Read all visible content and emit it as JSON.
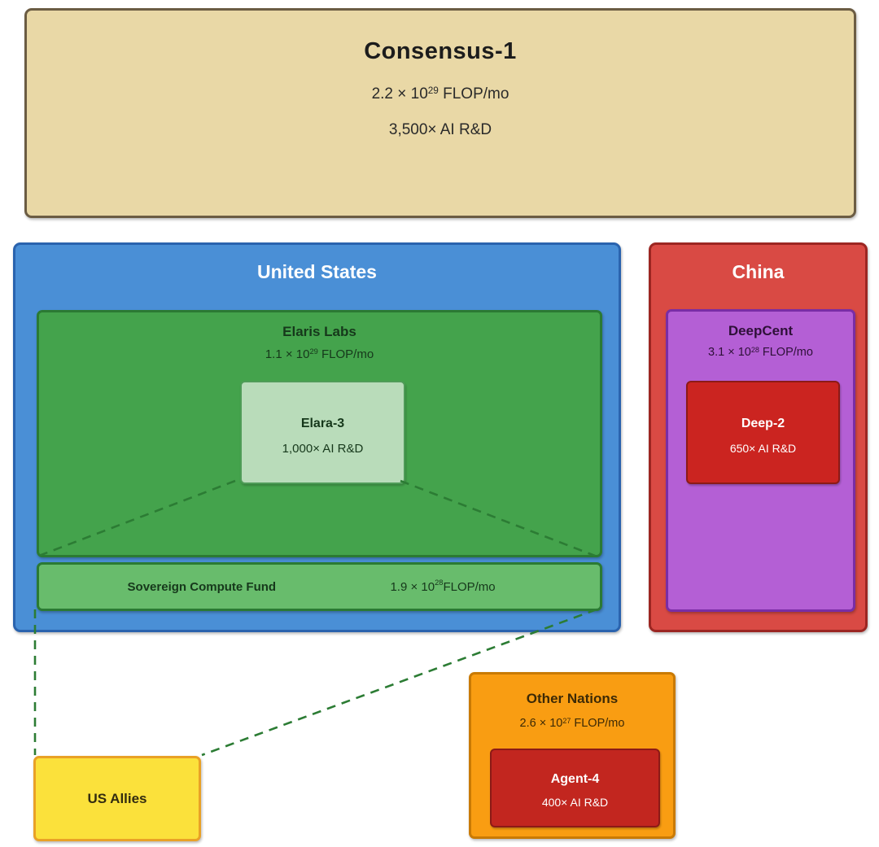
{
  "consensus": {
    "title": "Consensus-1",
    "flop": {
      "prefix": "2.2 × 10",
      "exp": "29",
      "suffix": " FLOP/mo"
    },
    "rd": "3,500× AI R&D"
  },
  "us": {
    "title": "United States",
    "elaris": {
      "title": "Elaris Labs",
      "flop": {
        "prefix": "1.1 × 10",
        "exp": "29",
        "suffix": " FLOP/mo"
      },
      "elara3": {
        "title": "Elara-3",
        "rd": "1,000× AI R&D"
      }
    },
    "sovereign": {
      "title": "Sovereign Compute Fund",
      "flop": {
        "prefix": "1.9 × 10",
        "exp": "28",
        "suffix": " FLOP/mo"
      }
    }
  },
  "china": {
    "title": "China",
    "deepcent": {
      "title": "DeepCent",
      "flop": {
        "prefix": "3.1 × 10",
        "exp": "28",
        "suffix": " FLOP/mo"
      },
      "deep2": {
        "title": "Deep-2",
        "rd": "650× AI R&D"
      }
    }
  },
  "other_nations": {
    "title": "Other Nations",
    "flop": {
      "prefix": "2.6 × 10",
      "exp": "27",
      "suffix": " FLOP/mo"
    },
    "agent4": {
      "title": "Agent-4",
      "rd": "400× AI R&D"
    }
  },
  "us_allies": {
    "title": "US Allies"
  },
  "colors": {
    "consensus_fill": "#e9d8a6",
    "consensus_border": "#6b5c43",
    "us_fill": "#4a8fd6",
    "us_border": "#2a63ae",
    "elaris_fill": "#44a34c",
    "elaris_border": "#2b7a33",
    "elara3_fill": "#b9dcba",
    "sovereign_fill": "#68bc6c",
    "china_fill": "#d94a44",
    "china_border": "#9c2622",
    "deepcent_fill": "#b45fd5",
    "deepcent_border": "#7a2da6",
    "deep2_fill": "#cb2420",
    "other_nations_fill": "#f99d12",
    "other_nations_border": "#c97a04",
    "agent4_fill": "#c2261f",
    "us_allies_fill": "#fbe13b",
    "us_allies_border": "#e9a126",
    "dashed_line": "#2c7c34"
  }
}
